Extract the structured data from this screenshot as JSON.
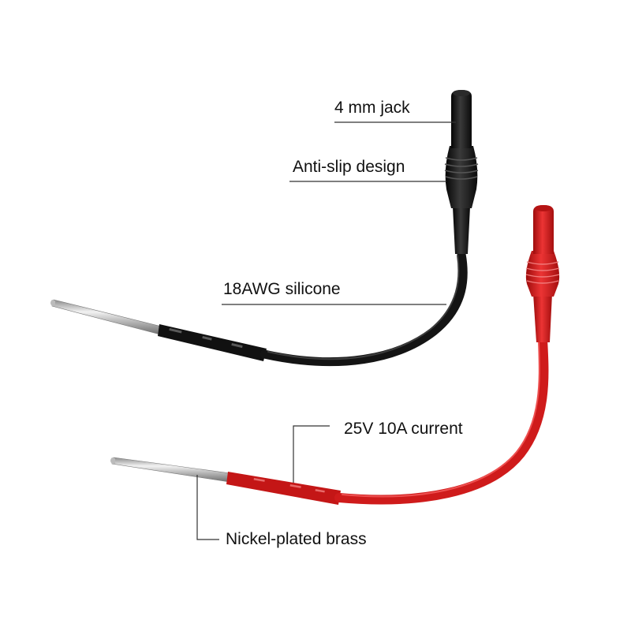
{
  "callouts": {
    "jack": "4 mm jack",
    "anti_slip": "Anti-slip design",
    "wire": "18AWG silicone",
    "rating": "25V 10A current",
    "material": "Nickel-plated brass"
  },
  "colors": {
    "background": "#ffffff",
    "black_lead": "#151515",
    "red_lead": "#d01a1a",
    "pin_metal": "#c9c9c9",
    "leader_line": "#333333"
  },
  "objects": [
    "black-test-lead",
    "red-test-lead"
  ]
}
